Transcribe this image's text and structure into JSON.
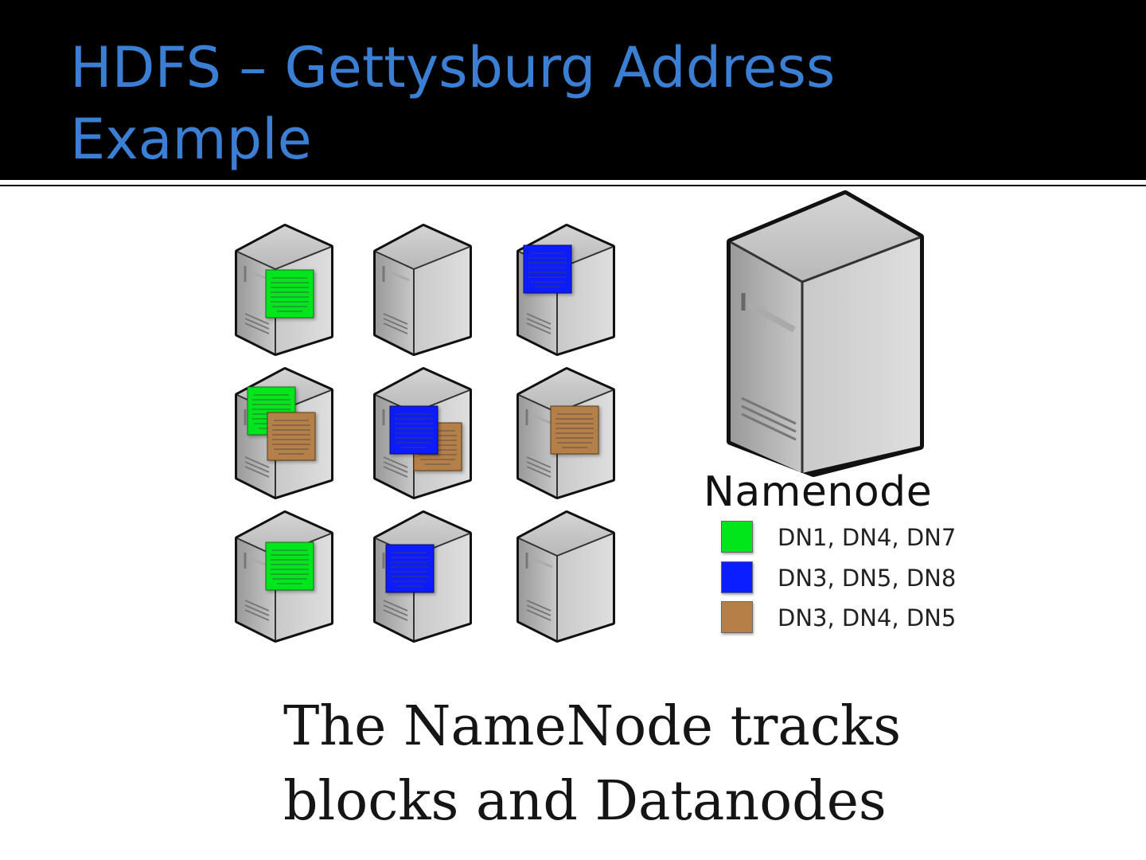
{
  "slide": {
    "title_line1": "HDFS – Gettysburg Address",
    "title_line2": "Example"
  },
  "colors": {
    "title": "#3b7fd4",
    "green_block": "#00e61a",
    "blue_block": "#0a1eff",
    "brown_block": "#b57f48"
  },
  "namenode": {
    "label": "Namenode",
    "icon": "server-icon"
  },
  "legend": [
    {
      "color": "#00e61a",
      "label": "DN1, DN4, DN7"
    },
    {
      "color": "#0a1eff",
      "label": "DN3, DN5, DN8"
    },
    {
      "color": "#b57f48",
      "label": "DN3, DN4, DN5"
    }
  ],
  "caption": {
    "line1": "The NameNode tracks",
    "line2": "blocks and Datanodes"
  }
}
